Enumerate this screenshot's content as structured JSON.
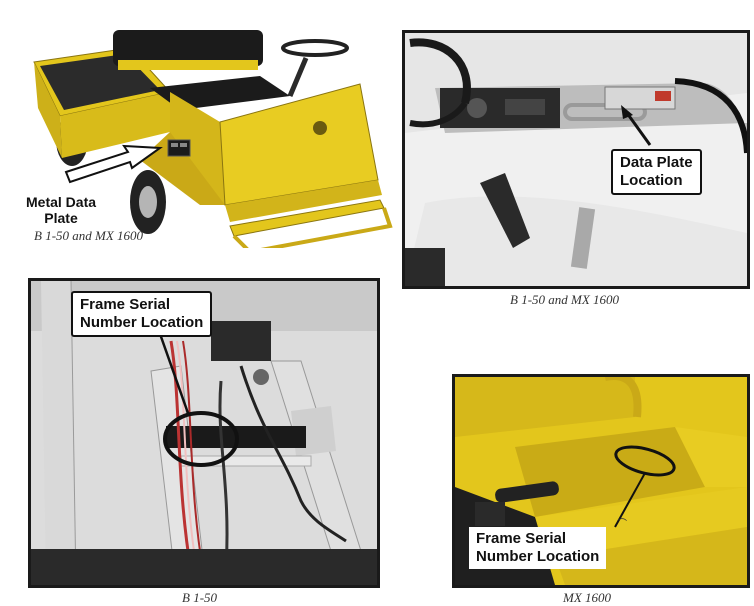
{
  "figures": [
    {
      "callout": [
        "Metal Data",
        "Plate"
      ],
      "caption": "B 1-50 and MX 1600"
    },
    {
      "callout": [
        "Data Plate",
        "Location"
      ],
      "caption": "B 1-50 and MX 1600"
    },
    {
      "callout": [
        "Frame Serial",
        "Number Location"
      ],
      "caption": "B 1-50"
    },
    {
      "callout": [
        "Frame Serial",
        "Number Location"
      ],
      "caption": "MX 1600"
    }
  ],
  "colors": {
    "cart_yellow": "#e3c61c",
    "seat_black": "#1b1b1b",
    "panel_gray": "#d8d8d8",
    "frame_border": "#1a1a1a"
  }
}
